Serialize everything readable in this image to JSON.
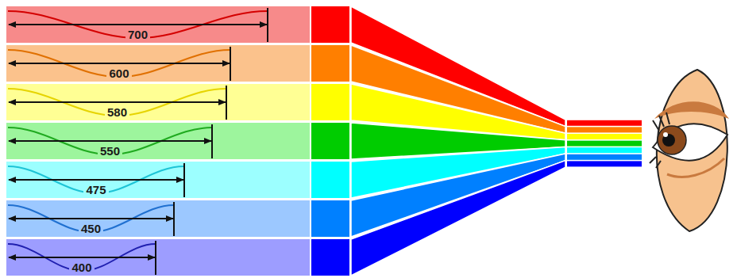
{
  "diagram": {
    "nodes": [
      {
        "text": [
          "700"
        ]
      },
      {
        "text": [
          "600"
        ]
      },
      {
        "text": [
          "580"
        ]
      },
      {
        "text": [
          "550"
        ]
      },
      {
        "text": [
          "475"
        ]
      },
      {
        "text": [
          "450"
        ]
      },
      {
        "text": [
          "400"
        ]
      }
    ]
  }
}
